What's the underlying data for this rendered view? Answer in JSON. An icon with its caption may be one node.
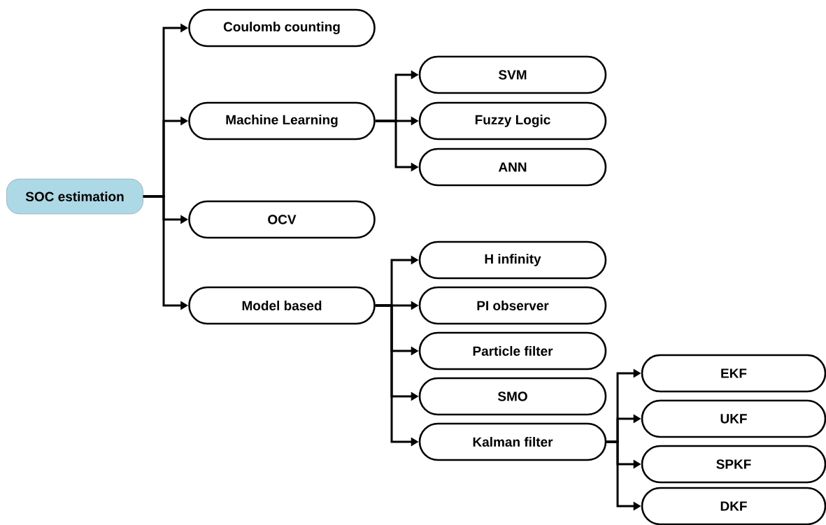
{
  "diagram": {
    "nodes": [
      {
        "text": [
          "SOC estimation"
        ]
      },
      {
        "text": [
          "Coulomb counting"
        ]
      },
      {
        "text": [
          "Machine Learning"
        ]
      },
      {
        "text": [
          "SVM"
        ]
      },
      {
        "text": [
          "Fuzzy Logic"
        ]
      },
      {
        "text": [
          "ANN"
        ]
      },
      {
        "text": [
          "OCV"
        ]
      },
      {
        "text": [
          "Model based"
        ]
      },
      {
        "text": [
          "H infinity"
        ]
      },
      {
        "text": [
          "PI observer"
        ]
      },
      {
        "text": [
          "Particle filter"
        ]
      },
      {
        "text": [
          "SMO"
        ]
      },
      {
        "text": [
          "Kalman filter"
        ]
      },
      {
        "text": [
          "EKF"
        ]
      },
      {
        "text": [
          "UKF"
        ]
      },
      {
        "text": [
          "SPKF"
        ]
      },
      {
        "text": [
          "DKF"
        ]
      }
    ],
    "edges": [
      {
        "from": 0,
        "to": 1,
        "arrow": "to"
      },
      {
        "from": 0,
        "to": 2,
        "arrow": "to"
      },
      {
        "from": 0,
        "to": 6,
        "arrow": "to"
      },
      {
        "from": 0,
        "to": 7,
        "arrow": "to"
      },
      {
        "from": 2,
        "to": 3,
        "arrow": "to"
      },
      {
        "from": 2,
        "to": 4,
        "arrow": "to"
      },
      {
        "from": 2,
        "to": 5,
        "arrow": "to"
      },
      {
        "from": 7,
        "to": 8,
        "arrow": "to"
      },
      {
        "from": 7,
        "to": 9,
        "arrow": "to"
      },
      {
        "from": 7,
        "to": 10,
        "arrow": "to"
      },
      {
        "from": 7,
        "to": 11,
        "arrow": "to"
      },
      {
        "from": 7,
        "to": 12,
        "arrow": "to"
      },
      {
        "from": 12,
        "to": 13,
        "arrow": "to"
      },
      {
        "from": 12,
        "to": 14,
        "arrow": "to"
      },
      {
        "from": 12,
        "to": 15,
        "arrow": "to"
      },
      {
        "from": 12,
        "to": 16,
        "arrow": "to"
      }
    ]
  }
}
